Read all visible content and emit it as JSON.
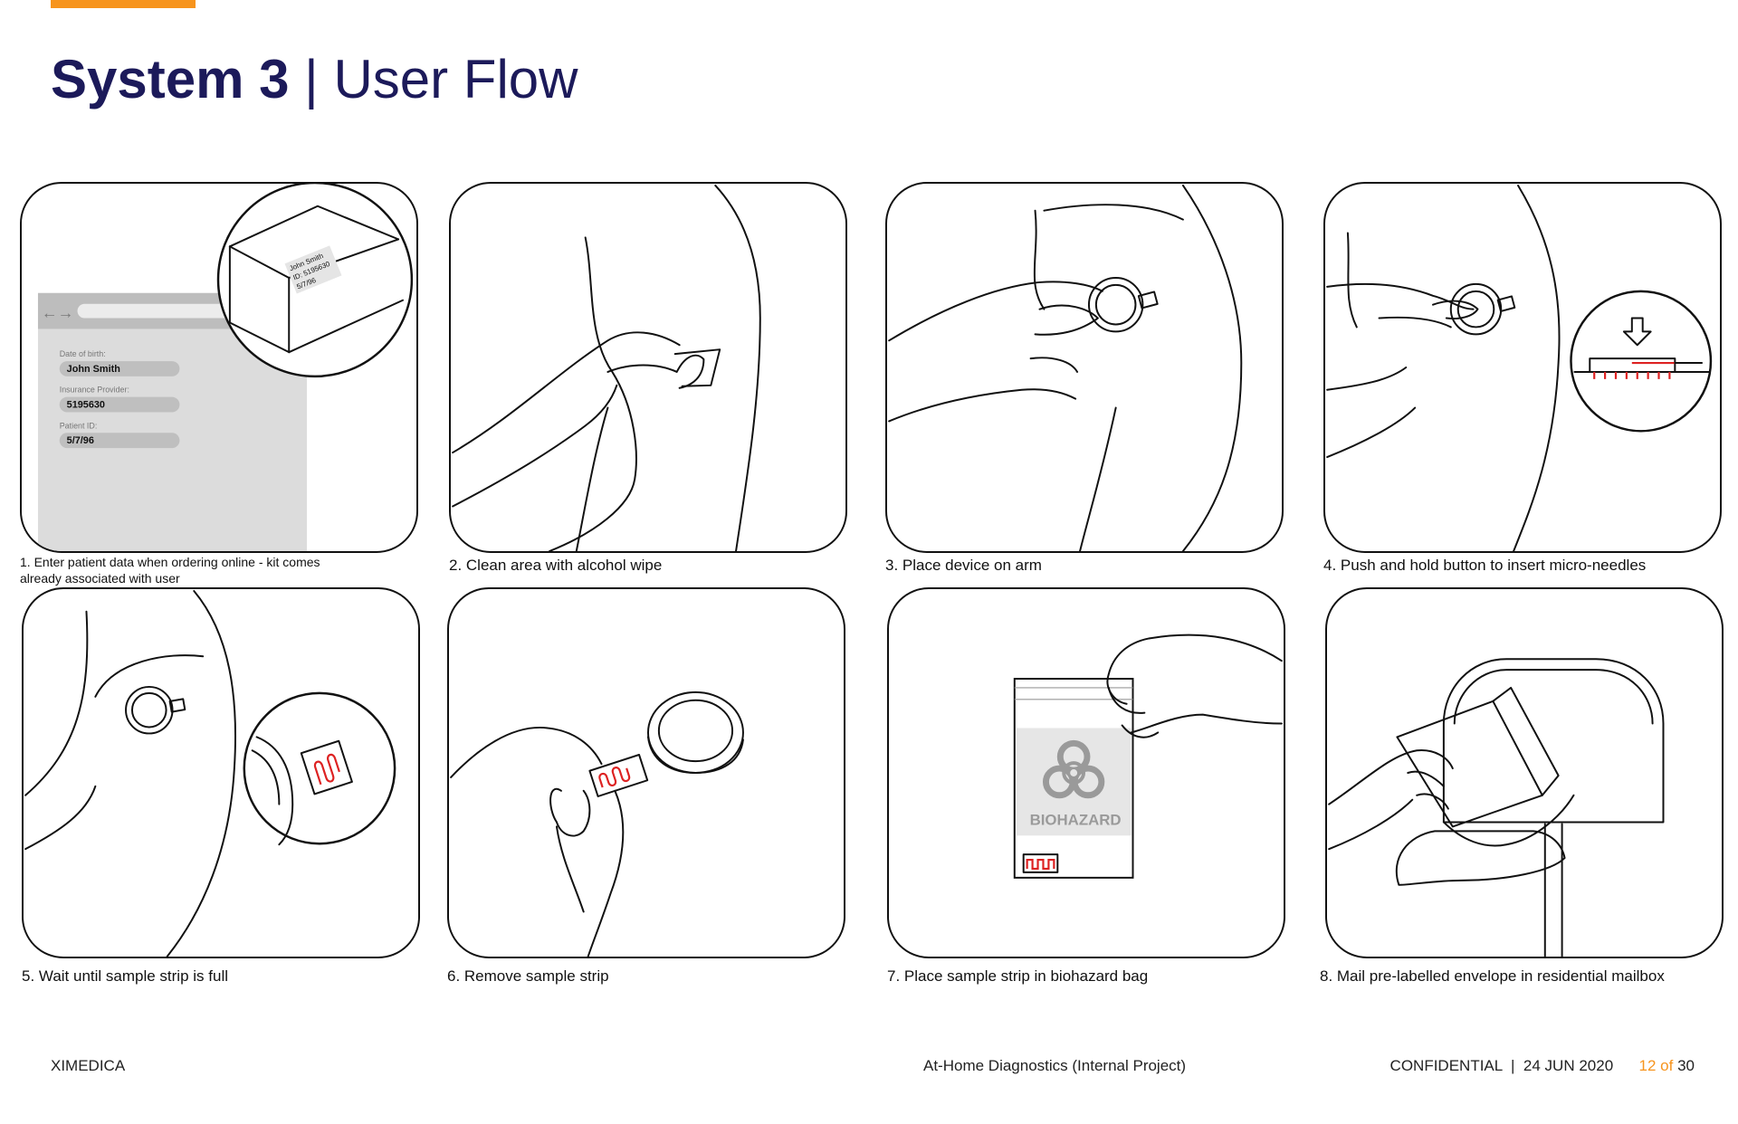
{
  "header": {
    "title_bold": "System 3",
    "title_sep": " | ",
    "title_rest": "User Flow"
  },
  "colors": {
    "accent": "#f7941d",
    "title": "#1c1a5a",
    "strip_red": "#dd2222"
  },
  "steps": [
    {
      "caption": "1. Enter patient data when ordering online - kit comes already associated with user"
    },
    {
      "caption": "2. Clean area with alcohol wipe"
    },
    {
      "caption": "3. Place device on arm"
    },
    {
      "caption": "4. Push and hold button to insert micro-needles"
    },
    {
      "caption": "5. Wait until sample strip is full"
    },
    {
      "caption": "6. Remove sample strip"
    },
    {
      "caption": "7. Place sample strip in biohazard bag"
    },
    {
      "caption": "8. Mail pre-labelled envelope in residential mailbox"
    }
  ],
  "form": {
    "dob_label": "Date of birth:",
    "dob_value": "John Smith",
    "insurance_label": "Insurance Provider:",
    "insurance_value": "5195630",
    "patient_label": "Patient ID:",
    "patient_value": "5/7/96",
    "nav_arrows": "←→"
  },
  "box_label": {
    "line1": "John Smith",
    "line2": "ID: 5195630",
    "line3": "5/7/96"
  },
  "bag": {
    "label": "BIOHAZARD"
  },
  "footer": {
    "company": "XIMEDICA",
    "project": "At-Home Diagnostics (Internal Project)",
    "confidential": "CONFIDENTIAL",
    "separator": "|",
    "date": "24 JUN 2020",
    "page_current": "12",
    "page_of": "of",
    "page_total": "30"
  }
}
